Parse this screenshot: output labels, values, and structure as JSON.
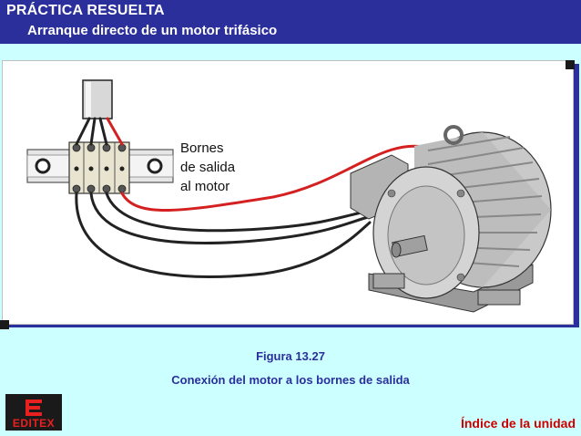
{
  "header": {
    "title": "PRÁCTICA RESUELTA",
    "subtitle": "Arranque directo de un motor trifásico"
  },
  "figure": {
    "label_lines": [
      "Bornes",
      "de salida",
      "al motor"
    ],
    "caption_number": "Figura 13.27",
    "caption_text": "Conexión del motor a los bornes de salida"
  },
  "footer": {
    "logo_text": "EDITEX",
    "index_link": "Índice de la unidad"
  },
  "colors": {
    "header_bg": "#2b2f9c",
    "page_bg": "#ccffff",
    "caption": "#2b2f9c",
    "link": "#cc0000",
    "wire_red": "#d42020"
  },
  "icons": {
    "logo": "editex-logo-icon",
    "terminal": "terminal-block-icon",
    "motor": "three-phase-motor-icon"
  }
}
